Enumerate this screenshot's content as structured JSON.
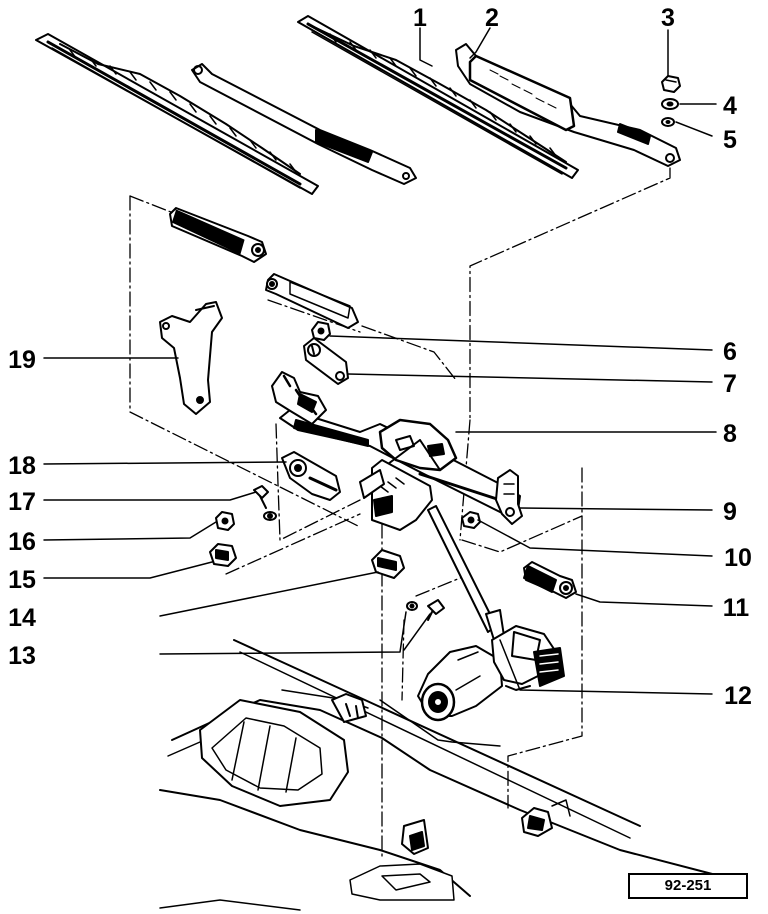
{
  "diagram": {
    "callouts": [
      "1",
      "2",
      "3",
      "4",
      "5",
      "6",
      "7",
      "8",
      "9",
      "10",
      "11",
      "12",
      "13",
      "14",
      "15",
      "16",
      "17",
      "18",
      "19"
    ],
    "reference_code": "92-251"
  }
}
